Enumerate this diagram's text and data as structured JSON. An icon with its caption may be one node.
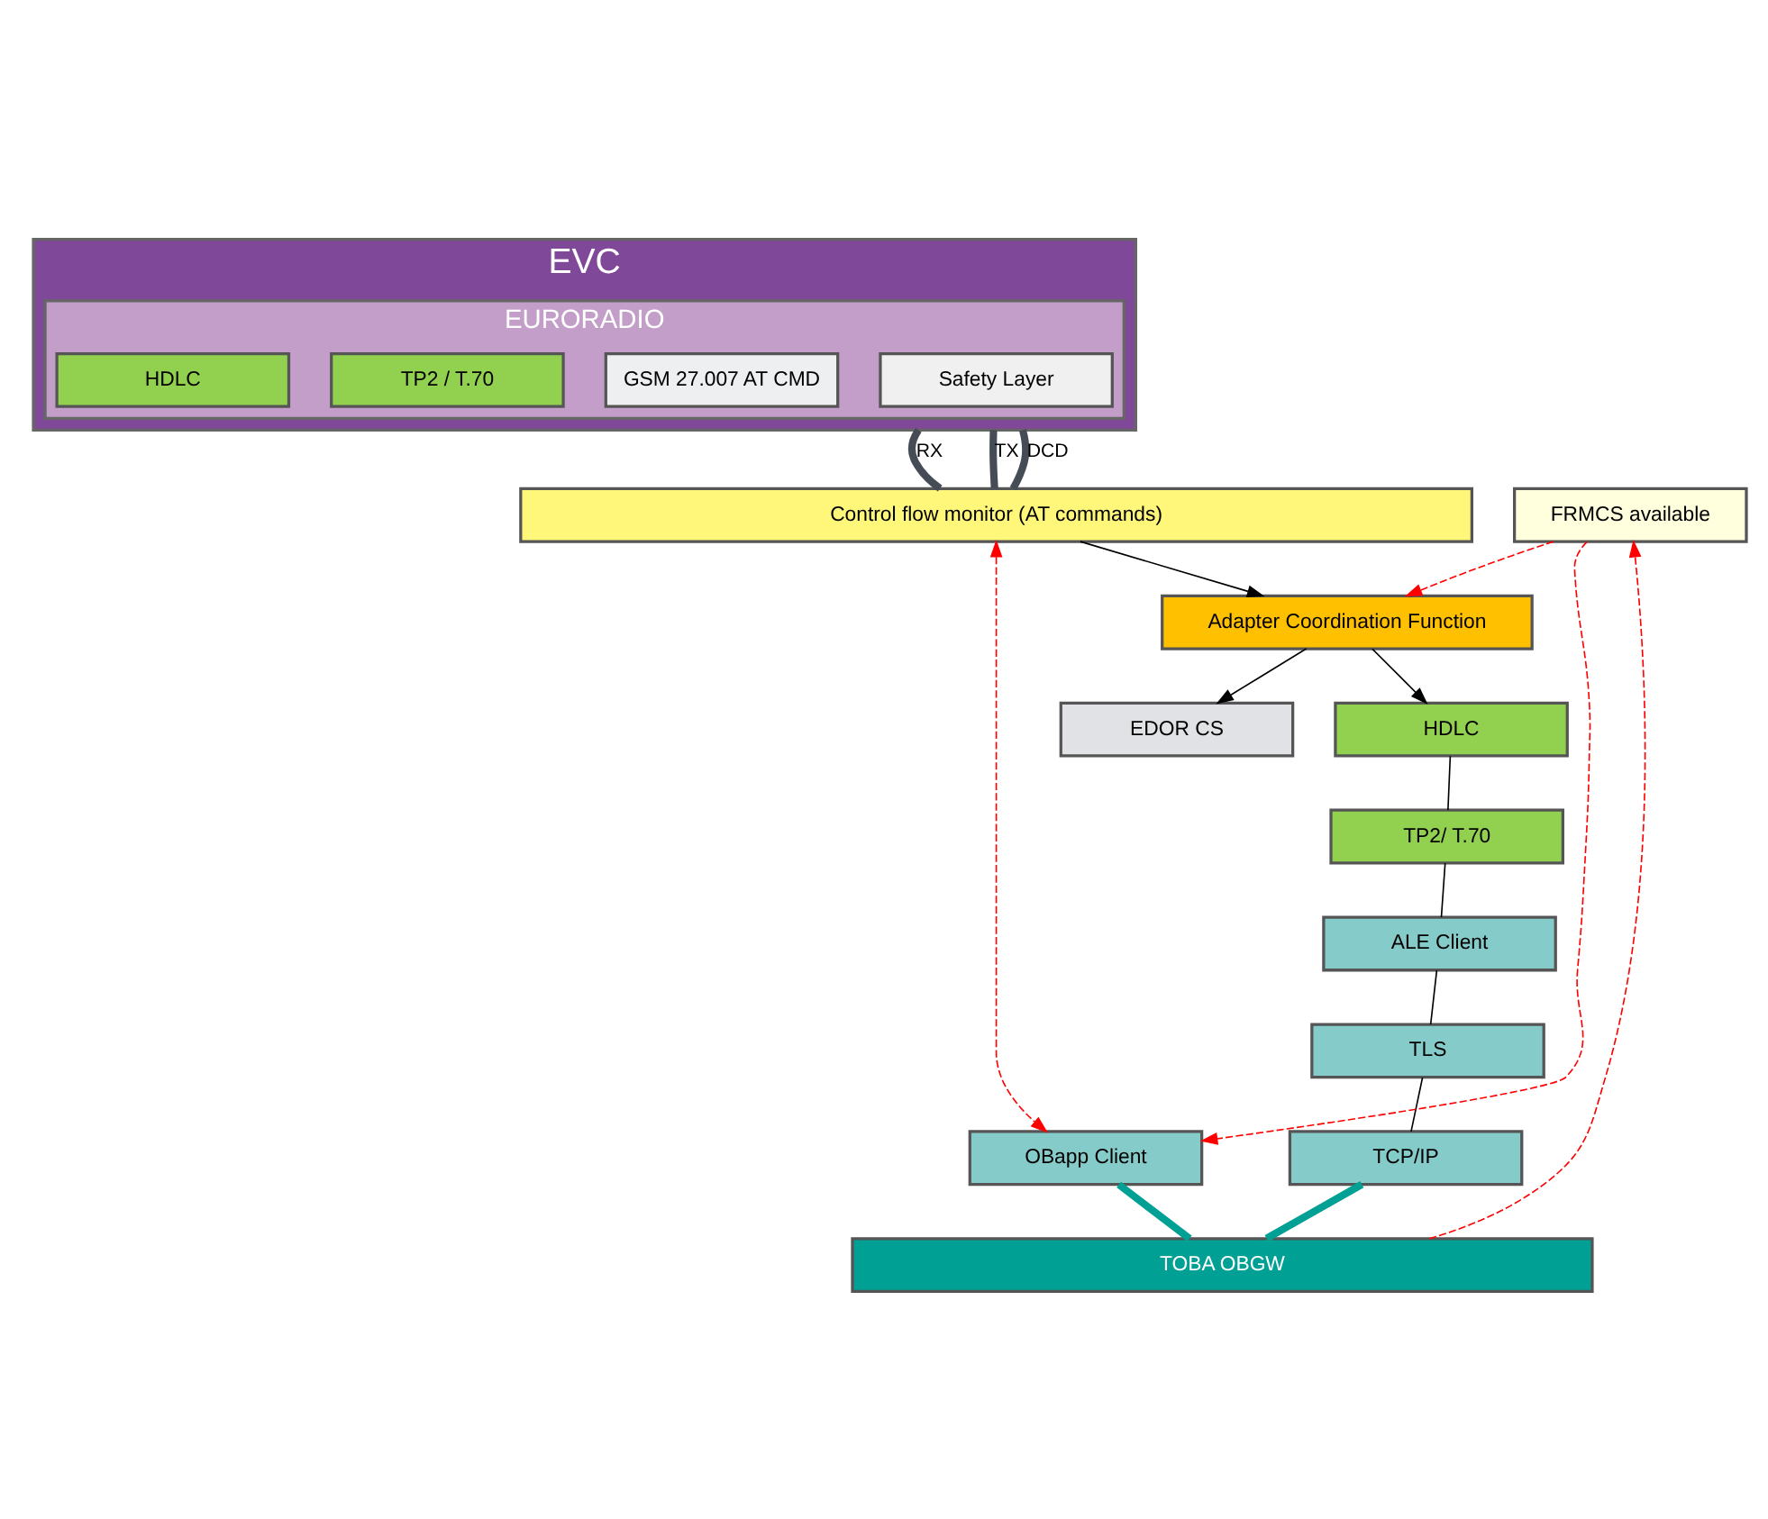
{
  "diagram": {
    "nodes": [
      {
        "text": [
          "EVC"
        ]
      },
      {
        "text": [
          "EURORADIO"
        ],
        "in": 0
      },
      {
        "text": [
          "Safety Layer"
        ],
        "in": 1
      },
      {
        "text": [
          "GSM 27.007 AT CMD"
        ],
        "in": 1
      },
      {
        "text": [
          "TP2 / T.70"
        ],
        "in": 1
      },
      {
        "text": [
          "HDLC"
        ],
        "in": 1
      },
      {
        "text": [
          "Control flow monitor (AT commands)"
        ]
      },
      {
        "text": [
          "Adapter Coordination Function"
        ]
      },
      {
        "text": [
          "HDLC"
        ]
      },
      {
        "text": [
          "TP2/ T.70"
        ]
      },
      {
        "text": [
          "ALE Client"
        ]
      },
      {
        "text": [
          "TLS"
        ]
      },
      {
        "text": [
          "TCP/IP"
        ]
      },
      {
        "text": [
          "OBapp Client"
        ]
      },
      {
        "text": [
          "FRMCS available"
        ]
      },
      {
        "text": [
          "EDOR CS"
        ]
      },
      {
        "text": [
          "TOBA OBGW"
        ]
      }
    ],
    "edges": [
      {
        "from": 0,
        "to": 6,
        "arrow": "none",
        "label": "RX",
        "style": "thick",
        "color": "#454c55"
      },
      {
        "from": 0,
        "to": 6,
        "arrow": "none",
        "label": "TX",
        "style": "thick",
        "color": "#454c55"
      },
      {
        "from": 0,
        "to": 6,
        "arrow": "none",
        "label": "DCD",
        "style": "thick",
        "color": "#454c55"
      },
      {
        "from": 6,
        "to": 7,
        "arrow": "to"
      },
      {
        "from": 7,
        "to": 15,
        "arrow": "to"
      },
      {
        "from": 7,
        "to": 8,
        "arrow": "to"
      },
      {
        "from": 8,
        "to": 9,
        "arrow": "none"
      },
      {
        "from": 9,
        "to": 10,
        "arrow": "none"
      },
      {
        "from": 10,
        "to": 11,
        "arrow": "none"
      },
      {
        "from": 11,
        "to": 12,
        "arrow": "none"
      },
      {
        "from": 12,
        "to": 16,
        "arrow": "none",
        "style": "thick",
        "color": "#00a095"
      },
      {
        "from": 13,
        "to": 16,
        "arrow": "none",
        "style": "thick",
        "color": "#00a095"
      },
      {
        "from": 6,
        "to": 13,
        "arrow": "both",
        "style": "dashed",
        "color": "#ff0000"
      },
      {
        "from": 14,
        "to": 7,
        "arrow": "to",
        "style": "dashed",
        "color": "#ff0000"
      },
      {
        "from": 14,
        "to": 13,
        "arrow": "to",
        "style": "dashed",
        "color": "#ff0000"
      },
      {
        "from": 16,
        "to": 14,
        "arrow": "to",
        "style": "dashed",
        "color": "#ff0000"
      }
    ]
  }
}
